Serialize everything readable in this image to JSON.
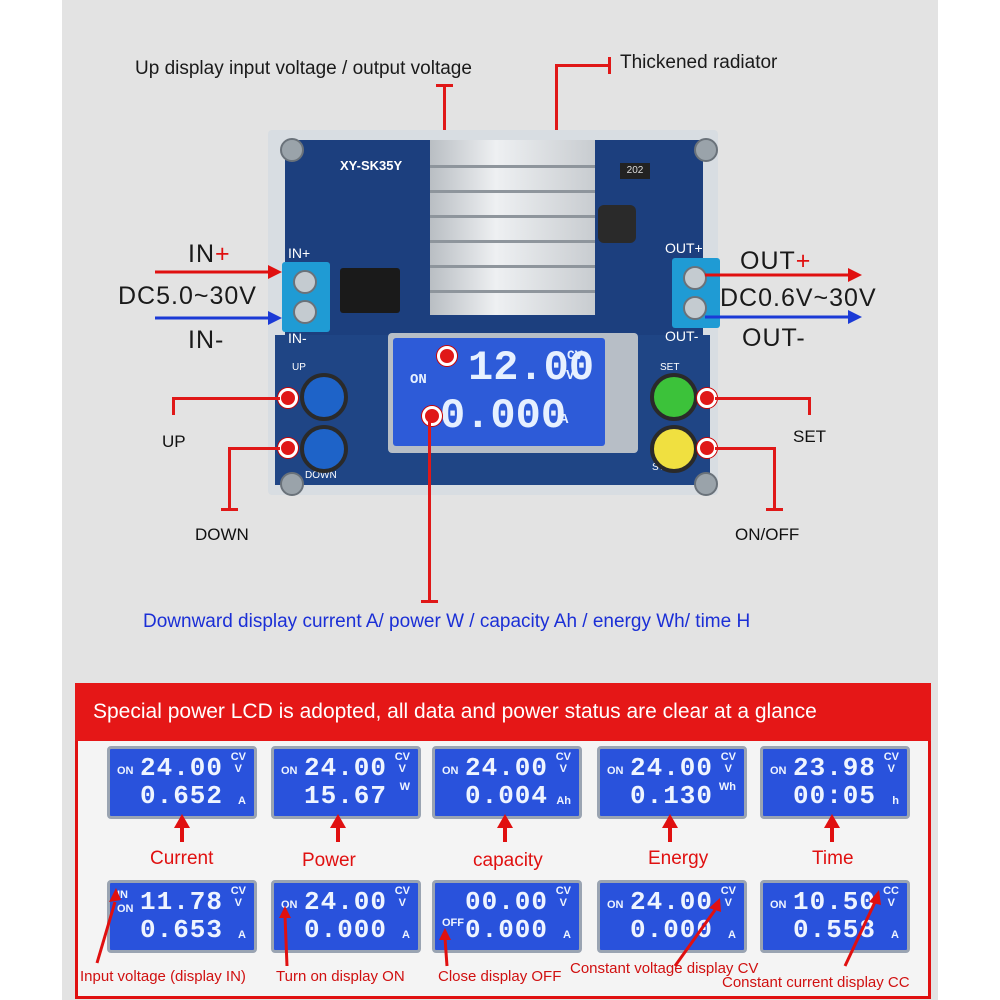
{
  "labels": {
    "top_display": "Up display input voltage / output voltage",
    "radiator": "Thickened radiator",
    "in_plus": "IN",
    "in_plus_sign": "+",
    "in_range": "DC5.0~30V",
    "in_minus": "IN-",
    "out_plus": "OUT",
    "out_plus_sign": "+",
    "out_range": "DC0.6V~30V",
    "out_minus": "OUT-",
    "up": "UP",
    "down": "DOWN",
    "set": "SET",
    "onoff": "ON/OFF",
    "bottom_display": "Downward display current A/ power W / capacity Ah / energy Wh/ time H"
  },
  "board": {
    "model": "XY-SK35Y",
    "resistor": "202",
    "silk_in": "IN+",
    "silk_in_minus": "IN-",
    "silk_out": "OUT+",
    "silk_out_minus": "OUT-",
    "silk_up": "UP",
    "silk_down": "DOWN",
    "silk_set": "SET",
    "silk_stop": "STOP",
    "lcd": {
      "on": "ON",
      "line1": "12.00",
      "unit1a": "CV",
      "unit1b": "V",
      "line2": "0.000",
      "unit2": "A"
    }
  },
  "banner": {
    "title": "Special power LCD is adopted, all data and power status are clear at a glance"
  },
  "row1": [
    {
      "on": "ON",
      "l1": "24.00",
      "ua": "CV",
      "ub": "V",
      "l2": "0.652",
      "uc": "A",
      "caption": "Current"
    },
    {
      "on": "ON",
      "l1": "24.00",
      "ua": "CV",
      "ub": "V",
      "l2": "15.67",
      "uc": "W",
      "caption": "Power"
    },
    {
      "on": "ON",
      "l1": "24.00",
      "ua": "CV",
      "ub": "V",
      "l2": "0.004",
      "uc": "Ah",
      "caption": "capacity"
    },
    {
      "on": "ON",
      "l1": "24.00",
      "ua": "CV",
      "ub": "V",
      "l2": "0.130",
      "uc": "Wh",
      "caption": "Energy"
    },
    {
      "on": "ON",
      "l1": "23.98",
      "ua": "CV",
      "ub": "V",
      "l2": "00:05",
      "uc": "h",
      "caption": "Time"
    }
  ],
  "row2": [
    {
      "in": "IN",
      "on": "ON",
      "l1": "11.78",
      "ua": "CV",
      "ub": "V",
      "l2": "0.653",
      "uc": "A",
      "caption": "Input voltage (display IN)"
    },
    {
      "in": "",
      "on": "ON",
      "l1": "24.00",
      "ua": "CV",
      "ub": "V",
      "l2": "0.000",
      "uc": "A",
      "caption": "Turn on display ON"
    },
    {
      "in": "",
      "on": "OFF",
      "l1": "00.00",
      "ua": "CV",
      "ub": "V",
      "l2": "0.000",
      "uc": "A",
      "caption": "Close display OFF"
    },
    {
      "in": "",
      "on": "ON",
      "l1": "24.00",
      "ua": "CV",
      "ub": "V",
      "l2": "0.000",
      "uc": "A",
      "caption": "Constant voltage display CV"
    },
    {
      "in": "",
      "on": "ON",
      "l1": "10.50",
      "ua": "CC",
      "ub": "V",
      "l2": "0.558",
      "uc": "A",
      "caption": "Constant current display CC"
    }
  ],
  "colors": {
    "accent_red": "#e01010",
    "lcd_blue": "#2d5bd8",
    "label_blue": "#1b2fd6"
  }
}
